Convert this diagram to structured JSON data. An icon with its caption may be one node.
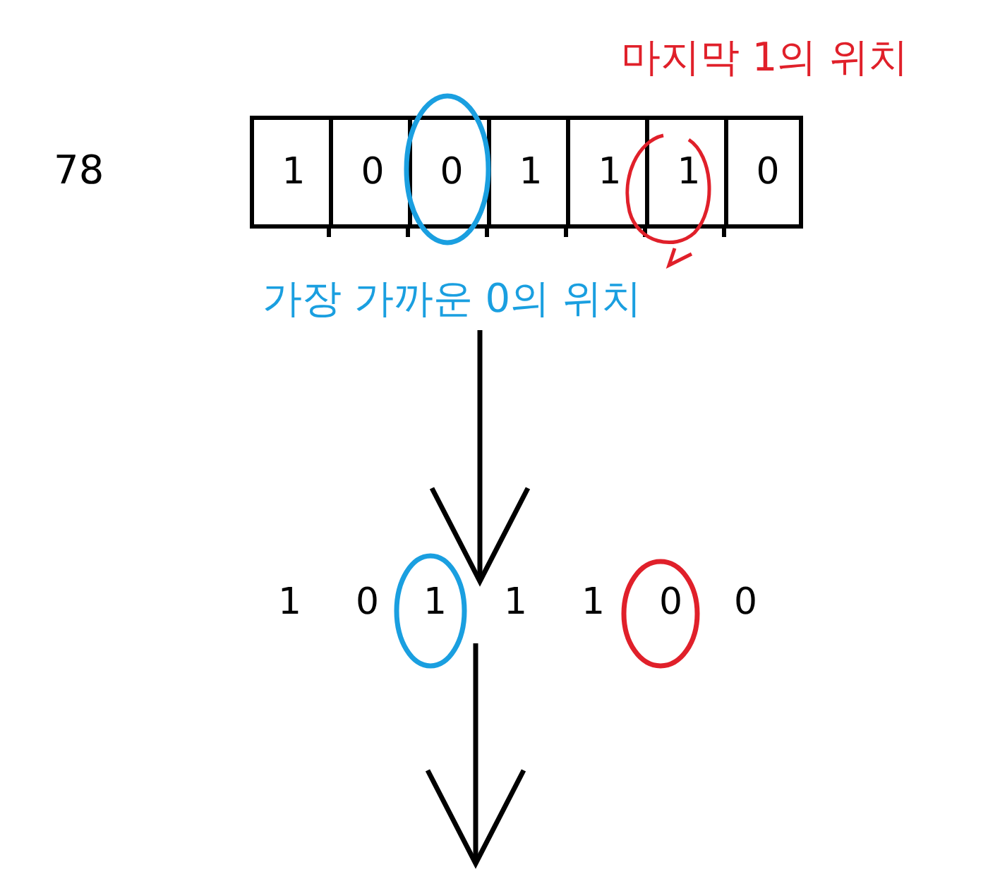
{
  "diagram": {
    "nodes": [
      {
        "text": [],
        "shape": "box",
        "beside": [
          "마지막 1의 위치",
          "가장 가까운 0의 위치"
        ]
      },
      {
        "text": [
          "1"
        ],
        "in": 0
      },
      {
        "text": [
          "0"
        ],
        "in": 0
      },
      {
        "text": [
          "0"
        ],
        "in": 0
      },
      {
        "text": [
          "1"
        ],
        "in": 0
      },
      {
        "text": [
          "1"
        ],
        "in": 0
      },
      {
        "text": [
          "1"
        ],
        "in": 0
      },
      {
        "text": [
          "0"
        ],
        "in": 0
      },
      {
        "text": [
          "1",
          "0",
          "1",
          "1",
          "1",
          "0",
          "0"
        ]
      }
    ],
    "edges": [
      {
        "from": 0,
        "to": 8,
        "arrow": "to"
      },
      {
        "from": 8,
        "to": null,
        "arrow": "to"
      }
    ],
    "labels": [
      "78"
    ]
  }
}
